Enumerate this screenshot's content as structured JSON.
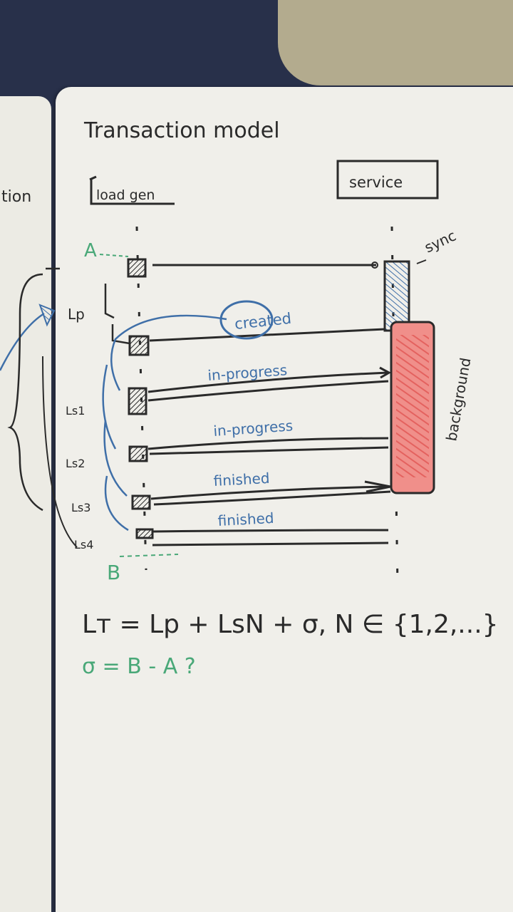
{
  "title": "Transaction model",
  "left_page_fragment": "tion",
  "participants": {
    "client": "load gen",
    "server": "service"
  },
  "server_notes": {
    "sync": "sync",
    "background": "background"
  },
  "request_labels": {
    "created": "created",
    "progress_1": "in-progress",
    "progress_2": "in-progress",
    "finished_1": "finished",
    "finished_2": "finished"
  },
  "latency_labels": {
    "lp": "Lp",
    "ls1": "Ls1",
    "ls2": "Ls2",
    "ls3": "Ls3",
    "ls4": "Ls4"
  },
  "markers": {
    "a": "A",
    "b": "B"
  },
  "formula": "Lт = Lp + LsN + σ, N ∈ {1,2,...}",
  "formula_note": "σ = B - A ?",
  "colors": {
    "ink": "#2a2a2a",
    "blue": "#3f6fa8",
    "green": "#49a878",
    "red": "#ec6e6a"
  }
}
